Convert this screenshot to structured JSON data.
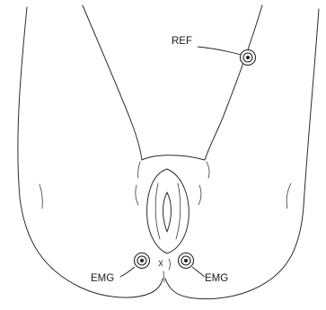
{
  "labels": {
    "reference": "REF",
    "emg_left": "EMG",
    "emg_right": "EMG"
  },
  "icons": {
    "electrode": "concentric-circle-electrode-icon"
  },
  "colors": {
    "line": "#2a2a2a",
    "background": "#ffffff"
  }
}
